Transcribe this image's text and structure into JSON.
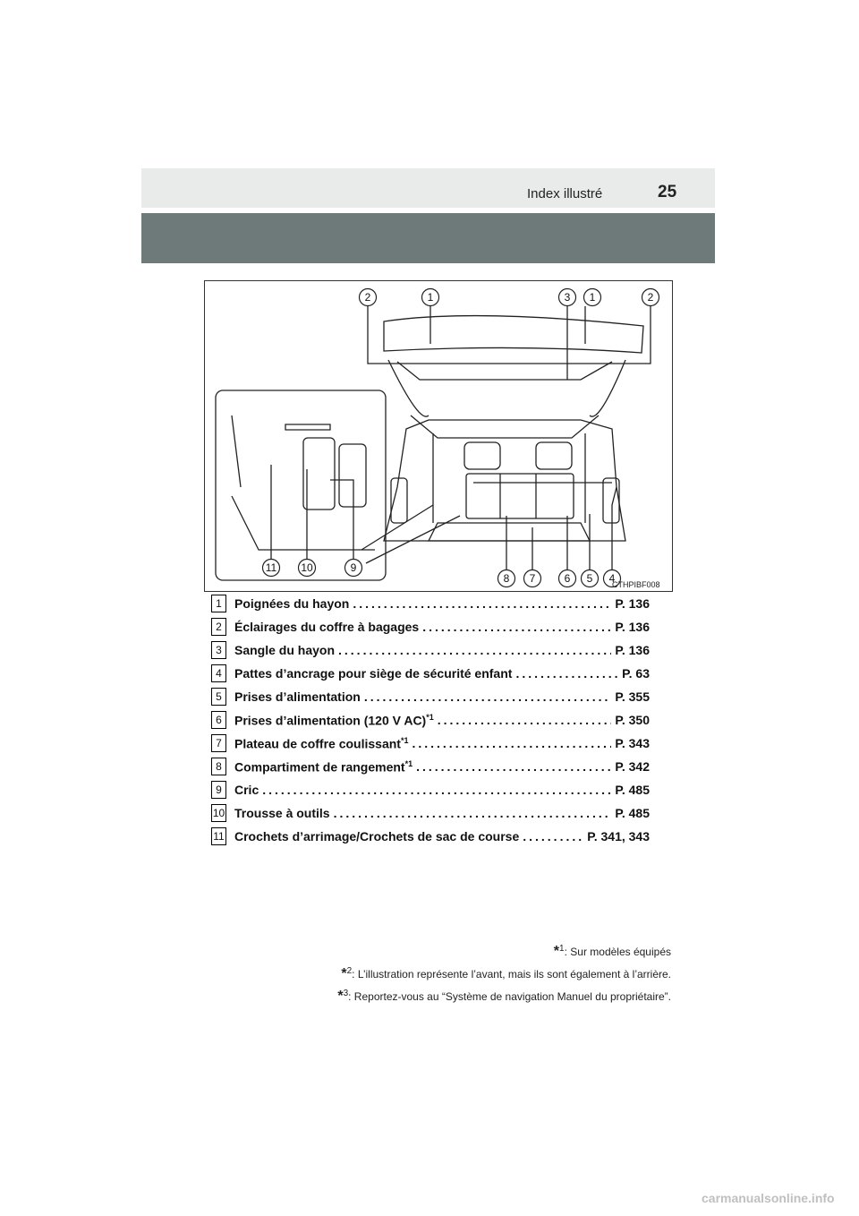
{
  "header": {
    "section_title": "Index illustré",
    "page_number": "25"
  },
  "figure": {
    "code": "CTHPIBF008",
    "callouts_top": [
      "2",
      "1",
      "3",
      "1",
      "2"
    ],
    "callouts_inset": [
      "11",
      "10",
      "9"
    ],
    "callouts_bottom": [
      "8",
      "7",
      "6",
      "5",
      "4"
    ]
  },
  "items": [
    {
      "num": "1",
      "label": "Poignées du hayon",
      "sup": "",
      "page": "P. 136"
    },
    {
      "num": "2",
      "label": "Éclairages du coffre à bagages",
      "sup": "",
      "page": "P. 136"
    },
    {
      "num": "3",
      "label": "Sangle du hayon",
      "sup": "",
      "page": "P. 136"
    },
    {
      "num": "4",
      "label": "Pattes d’ancrage pour siège de sécurité enfant",
      "sup": "",
      "page": "P. 63"
    },
    {
      "num": "5",
      "label": "Prises d’alimentation",
      "sup": "",
      "page": "P. 355"
    },
    {
      "num": "6",
      "label": "Prises d’alimentation (120 V AC)",
      "sup": "*1",
      "page": "P. 350"
    },
    {
      "num": "7",
      "label": "Plateau de coffre coulissant",
      "sup": "*1",
      "page": "P. 343"
    },
    {
      "num": "8",
      "label": "Compartiment de rangement",
      "sup": "*1",
      "page": "P. 342"
    },
    {
      "num": "9",
      "label": "Cric",
      "sup": "",
      "page": "P. 485"
    },
    {
      "num": "10",
      "label": "Trousse à outils",
      "sup": "",
      "page": "P. 485"
    },
    {
      "num": "11",
      "label": "Crochets d’arrimage/Crochets de sac de course",
      "sup": "",
      "page": "P. 341, 343"
    }
  ],
  "footnotes": [
    {
      "mark": "*",
      "index": "1",
      "text": ": Sur modèles équipés"
    },
    {
      "mark": "*",
      "index": "2",
      "text": ": L’illustration représente l’avant, mais ils sont également à l’arrière."
    },
    {
      "mark": "*",
      "index": "3",
      "text": ": Reportez-vous au “Système de navigation Manuel du propriétaire”."
    }
  ],
  "watermark": "carmanualsonline.info"
}
